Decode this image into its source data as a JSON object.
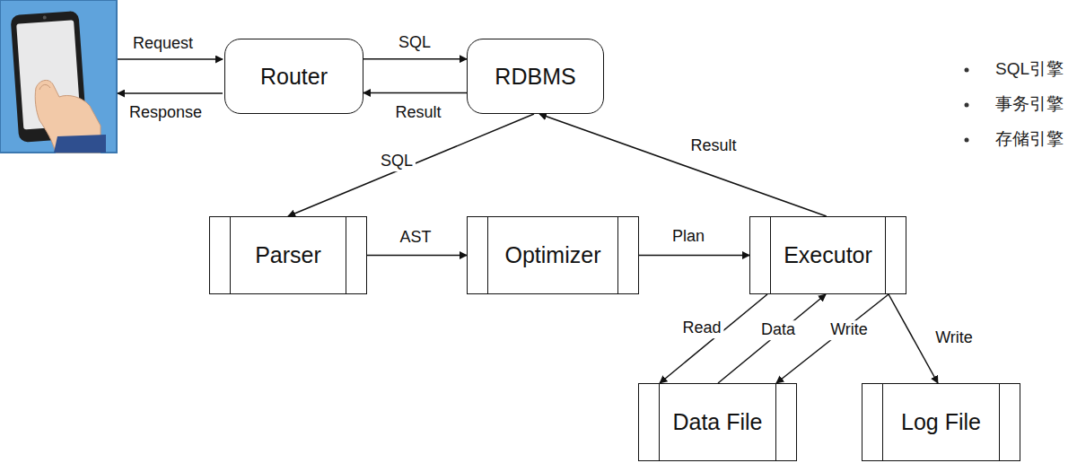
{
  "diagram": {
    "nodes": [
      {
        "text": [
          "Router"
        ]
      },
      {
        "text": [
          "RDBMS"
        ]
      },
      {
        "text": [
          "Parser"
        ]
      },
      {
        "text": [
          "Optimizer"
        ]
      },
      {
        "text": [
          "Executor"
        ]
      },
      {
        "text": [
          "Data File"
        ]
      },
      {
        "text": [
          "Log File"
        ]
      }
    ],
    "edges": [
      {
        "from": 0,
        "to": 1,
        "label": "SQL",
        "arrow": "to"
      },
      {
        "from": 1,
        "to": 0,
        "label": "Result",
        "arrow": "to"
      },
      {
        "from": 1,
        "to": 2,
        "label": "SQL",
        "arrow": "to"
      },
      {
        "from": 2,
        "to": 3,
        "label": "AST",
        "arrow": "to"
      },
      {
        "from": 3,
        "to": 4,
        "label": "Plan",
        "arrow": "to"
      },
      {
        "from": 4,
        "to": 1,
        "label": "Result",
        "arrow": "to"
      },
      {
        "from": 4,
        "to": 5,
        "label": "Read",
        "arrow": "to"
      },
      {
        "from": 5,
        "to": 4,
        "label": "Data",
        "arrow": "to"
      },
      {
        "from": 4,
        "to": 5,
        "label": "Write",
        "arrow": "to"
      },
      {
        "from": 4,
        "to": 6,
        "label": "Write",
        "arrow": "to"
      }
    ],
    "labels": [
      "Request",
      "Response",
      "SQL引擎",
      "事务引擎",
      "存储引擎"
    ]
  }
}
